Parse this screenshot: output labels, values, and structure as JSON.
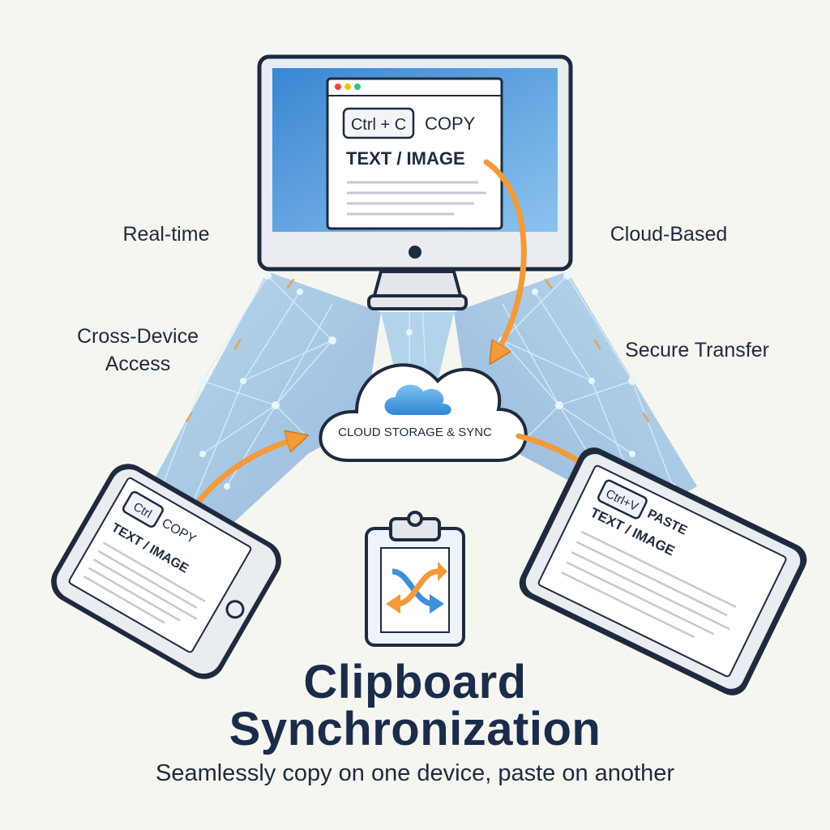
{
  "title_line1": "Clipboard",
  "title_line2": "Synchronization",
  "subtitle": "Seamlessly copy on one device, paste on another",
  "features": {
    "realtime": "Real-time",
    "cloud_based": "Cloud-Based",
    "cross_device_1": "Cross-Device",
    "cross_device_2": "Access",
    "secure": "Secure Transfer"
  },
  "desktop": {
    "shortcut": "Ctrl + C",
    "action": "COPY",
    "content": "TEXT / IMAGE"
  },
  "cloud": {
    "label": "CLOUD STORAGE & SYNC"
  },
  "phone": {
    "shortcut": "Ctrl",
    "action": "COPY",
    "content": "TEXT / IMAGE"
  },
  "tablet": {
    "shortcut": "Ctrl+V",
    "action": "PASTE",
    "content": "TEXT / IMAGE"
  },
  "colors": {
    "accent_orange": "#f39a3a",
    "device_frame": "#1e2a3e",
    "screen_blue": "#3f8fd6",
    "title_navy": "#1b2c4a"
  },
  "icons": [
    "clipboard-sync-icon",
    "cloud-icon",
    "window-dots-icon"
  ]
}
